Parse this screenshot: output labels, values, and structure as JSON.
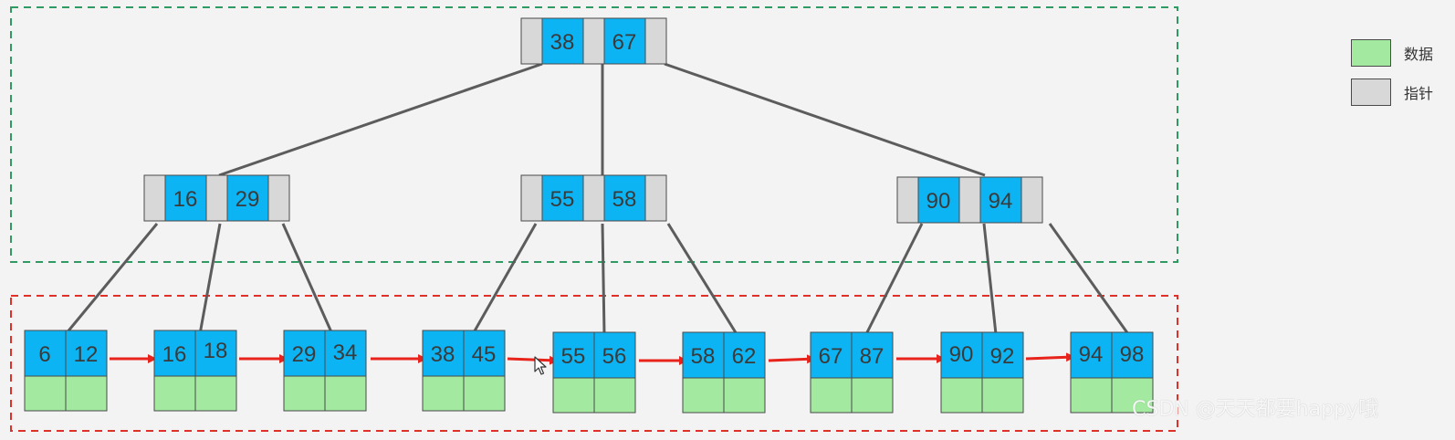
{
  "legend": {
    "data_label": "数据",
    "pointer_label": "指针",
    "data_color": "#a3eaa0",
    "pointer_color": "#d8d8d8"
  },
  "colors": {
    "key": "#0db4f3",
    "internal_region_border": "#2f9a62",
    "leaf_region_border": "#e0302a",
    "leaf_link": "#e8231c",
    "edge": "#5c5c5c"
  },
  "tree": {
    "root": {
      "keys": [
        "38",
        "67"
      ]
    },
    "internal": [
      {
        "keys": [
          "16",
          "29"
        ]
      },
      {
        "keys": [
          "55",
          "58"
        ]
      },
      {
        "keys": [
          "90",
          "94"
        ]
      }
    ],
    "leaves": [
      {
        "keys": [
          "6",
          "12"
        ]
      },
      {
        "keys": [
          "16",
          "18"
        ]
      },
      {
        "keys": [
          "29",
          "34"
        ]
      },
      {
        "keys": [
          "38",
          "45"
        ]
      },
      {
        "keys": [
          "55",
          "56"
        ]
      },
      {
        "keys": [
          "58",
          "62"
        ]
      },
      {
        "keys": [
          "67",
          "87"
        ]
      },
      {
        "keys": [
          "90",
          "92"
        ]
      },
      {
        "keys": [
          "94",
          "98"
        ]
      }
    ]
  },
  "watermark": "CSDN @天天都要happy哦",
  "icons": {
    "cursor": "mouse-pointer-icon"
  }
}
